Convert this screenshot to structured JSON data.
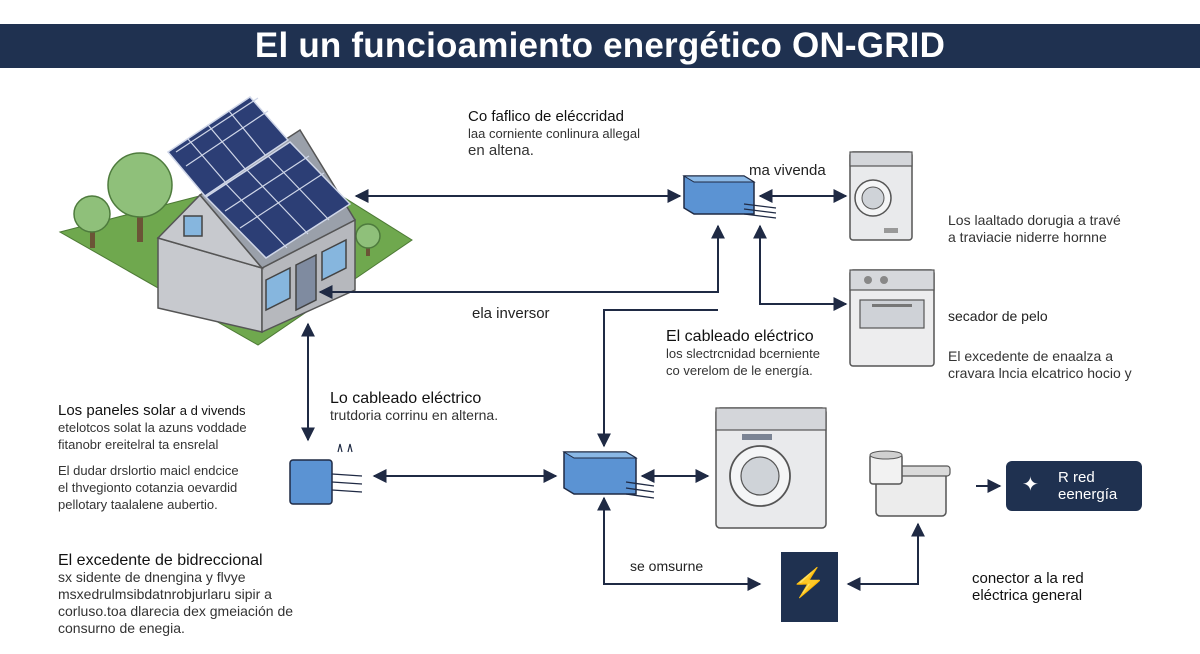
{
  "title": "El un funcioamiento energético ON-GRID",
  "labels": {
    "flujo": {
      "title": "Co faflico de eléccridad",
      "lines": [
        "laa corniente conlinura allegal",
        "en altena."
      ]
    },
    "vivienda": "ma vivenda",
    "los_traslado": [
      "Los laaltado dorugia a travé",
      "a traviacie niderre hornne"
    ],
    "inversor": "ela inversor",
    "secador": "secador de pelo",
    "cableado1": {
      "title": "El cableado eléctrico",
      "lines": [
        "los slectrcnidad bcerniente",
        "co verelom de le energía."
      ]
    },
    "excedente_right": [
      "El excedente de enaalza a",
      "cravara lncia elcatrico hocio y"
    ],
    "cableado2": {
      "title": "Lo cableado eléctrico",
      "lines": [
        "trutdoria corrinu en alterna."
      ]
    },
    "paneles": {
      "title": "Los paneles solar",
      "title_tail": "a d vivends",
      "lines": [
        "etelotcos solat la azuns voddade",
        "fitanobr ereitelral ta ensrelal"
      ]
    },
    "dudar": [
      "El dudar drslortio maicl endcice",
      "el thvegionto cotanzia oevardid",
      "pellotary taalalene aubertio."
    ],
    "excedente_left": {
      "title": "El excedente de bidreccional",
      "lines": [
        "sx sidente de dnengina y flvye",
        "msxedrulmsibdatnrobjurlaru sipir a",
        "corluso.toa dlarecia dex gmeiación de",
        "consurno de enegia."
      ]
    },
    "consume": "se omsurne",
    "conector": [
      "conector a la red",
      "eléctrica general"
    ],
    "red_badge": [
      "R red",
      "eenergía"
    ]
  },
  "icons": {
    "meter": "lightning-icon",
    "badge": "spark-icon",
    "inverter": "inverter-box-icon"
  },
  "colors": {
    "banner": "#1f3150",
    "inverter": "#5b93d3",
    "arrow": "#1f2a44",
    "grass": "#6fa84e",
    "panel": "#2c3e75"
  }
}
